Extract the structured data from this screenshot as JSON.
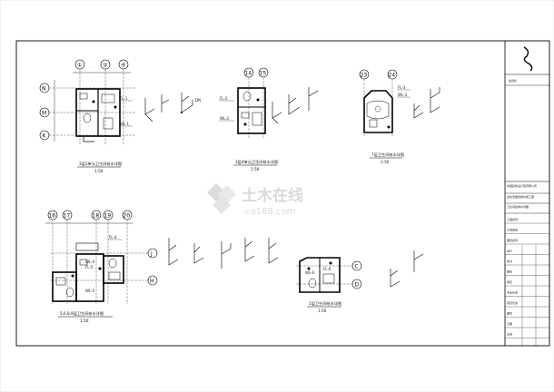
{
  "drawing": {
    "plan_1": {
      "grid_top": [
        "①",
        "②",
        "④"
      ],
      "grid_left": [
        "N",
        "M",
        "K"
      ],
      "title": "3层2单元卫生间给水详图",
      "scale": "1:50",
      "riser_1": "FL-1",
      "riser_2": "WL-1",
      "riser_3": "FL-1",
      "elev": "DN"
    },
    "plan_2": {
      "grid_top": [
        "14",
        "15"
      ],
      "title": "3层4单元卫生间给水详图",
      "scale": "1:50",
      "riser_1": "WL-2",
      "riser_2": "FL-2"
    },
    "plan_3": {
      "grid_top": [
        "23",
        "24"
      ],
      "title": "7层卫生间给水详图",
      "scale": "1:50",
      "riser_1": "FL-3",
      "riser_2": "WL-3"
    },
    "plan_4": {
      "grid_top": [
        "16",
        "17",
        "18",
        "19",
        "20"
      ],
      "grid_right": [
        "J",
        "H"
      ],
      "title": "5,6,8,9层卫生间给水详图",
      "scale": "1:50",
      "riser_1": "FL-4",
      "riser_2": "WL-4",
      "riser_3": "FL-5",
      "riser_4": "WL-5"
    },
    "plan_5": {
      "grid_right": [
        "C",
        "D"
      ],
      "title": "1层卫生间给水详图",
      "scale": "1:50",
      "riser_1": "WL-6",
      "riser_2": "FL-6"
    }
  },
  "title_block": {
    "stamp": "会签栏",
    "company": "中国建筑设计院有限公司",
    "project": "某住宅楼给排水施工图",
    "drawing_name": "卫生间给排水详图",
    "rows": [
      "工程名称",
      "子项名称",
      "图纸名称",
      "设计",
      "校对",
      "审核",
      "审定",
      "专业负责",
      "项目负责",
      "图号",
      "日期",
      "比例"
    ]
  },
  "watermark": {
    "brand": "土木在线",
    "url": "co188.com"
  }
}
